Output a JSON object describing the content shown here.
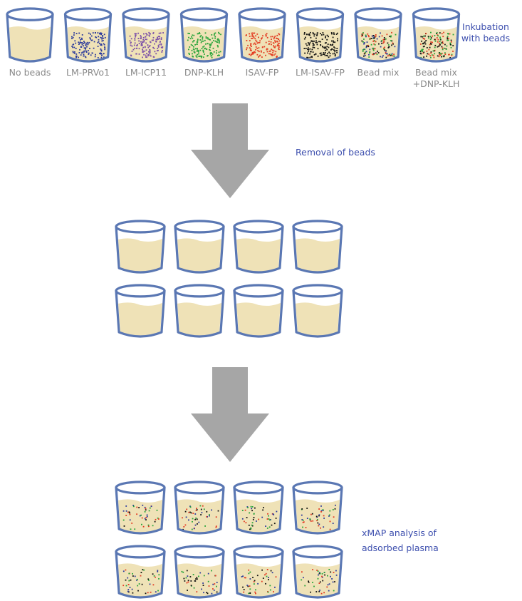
{
  "colors": {
    "tube_outline": "#5a77b3",
    "liquid": "#efe2b7",
    "arrow": "#a6a6a6",
    "tube_label": "#8a8a8a",
    "step_label": "#3d4fae"
  },
  "top_row": {
    "tubes": [
      {
        "label_lines": [
          "No beads"
        ],
        "bead_colors": []
      },
      {
        "label_lines": [
          "LM-PRVo1"
        ],
        "bead_colors": [
          "#2b3a9c"
        ]
      },
      {
        "label_lines": [
          "LM-ICP11"
        ],
        "bead_colors": [
          "#7a4fa8"
        ]
      },
      {
        "label_lines": [
          "DNP-KLH"
        ],
        "bead_colors": [
          "#27a43a"
        ]
      },
      {
        "label_lines": [
          "ISAV-FP"
        ],
        "bead_colors": [
          "#e33b22"
        ]
      },
      {
        "label_lines": [
          "LM-ISAV-FP"
        ],
        "bead_colors": [
          "#111111"
        ]
      },
      {
        "label_lines": [
          "Bead mix"
        ],
        "bead_colors": [
          "#e33b22",
          "#111111",
          "#27a43a",
          "#2b3a9c"
        ]
      },
      {
        "label_lines": [
          "Bead mix",
          "+DNP-KLH"
        ],
        "bead_colors": [
          "#e33b22",
          "#111111",
          "#27a43a"
        ]
      }
    ]
  },
  "steps": {
    "incubation": [
      "Inkubation",
      "with beads"
    ],
    "removal": [
      "Removal of beads"
    ],
    "xmap": [
      "xMAP analysis of",
      "adsorbed plasma"
    ]
  },
  "middle_grid": {
    "rows": 2,
    "cols": 4,
    "bead_colors": []
  },
  "bottom_grid": {
    "rows": 2,
    "cols": 4,
    "bead_colors": [
      "#e33b22",
      "#111111",
      "#27a43a",
      "#2b3a9c"
    ]
  }
}
